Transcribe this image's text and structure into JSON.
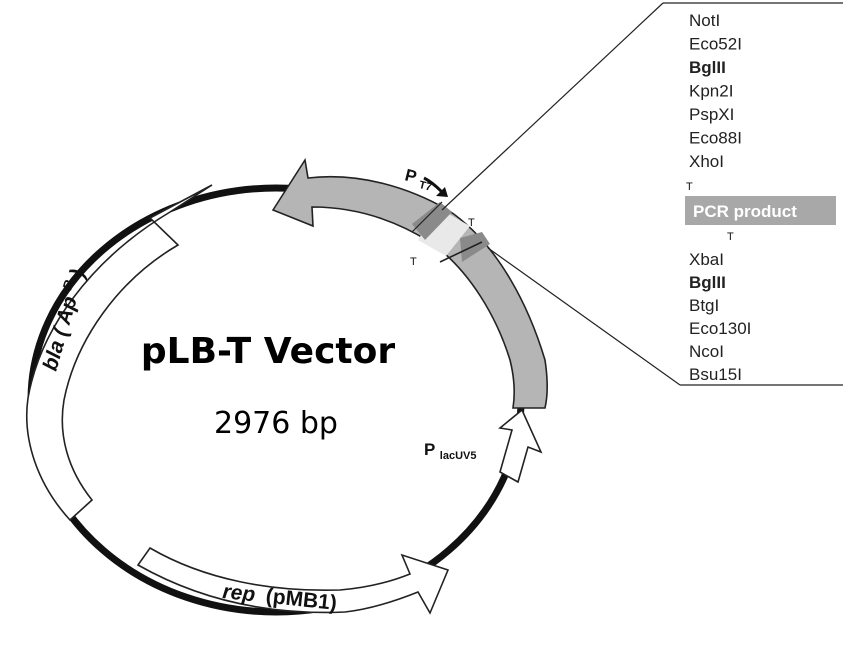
{
  "vector": {
    "name": "pLB-T Vector",
    "size": "2976 bp"
  },
  "features": {
    "bla_gene": "bla",
    "bla_resistance": "Ap",
    "bla_resistance_sup": "R",
    "rep": "rep",
    "rep_origin": "(pMB1)",
    "promoter_t7_main": "P",
    "promoter_t7_sub": "T7",
    "promoter_lac_main": "P",
    "promoter_lac_sub": "lacUV5"
  },
  "overhangs": {
    "t_marker": "T"
  },
  "sites_upstream": [
    {
      "name": "NotI",
      "bold": false
    },
    {
      "name": "Eco52I",
      "bold": false
    },
    {
      "name": "BglII",
      "bold": true
    },
    {
      "name": "Kpn2I",
      "bold": false
    },
    {
      "name": "PspXI",
      "bold": false
    },
    {
      "name": "Eco88I",
      "bold": false
    },
    {
      "name": "XhoI",
      "bold": false
    }
  ],
  "insert": {
    "label": "PCR product",
    "color": "#a8a8a8"
  },
  "sites_downstream": [
    {
      "name": "XbaI",
      "bold": false
    },
    {
      "name": "BglII",
      "bold": true
    },
    {
      "name": "BtgI",
      "bold": false
    },
    {
      "name": "Eco130I",
      "bold": false
    },
    {
      "name": "NcoI",
      "bold": false
    },
    {
      "name": "Bsu15I",
      "bold": false
    }
  ],
  "colors": {
    "backbone": "#111111",
    "cloning_region": "#b5b5b5",
    "cloning_region_dark": "#8a8a8a",
    "insert_slot": "#e6e6e6"
  }
}
